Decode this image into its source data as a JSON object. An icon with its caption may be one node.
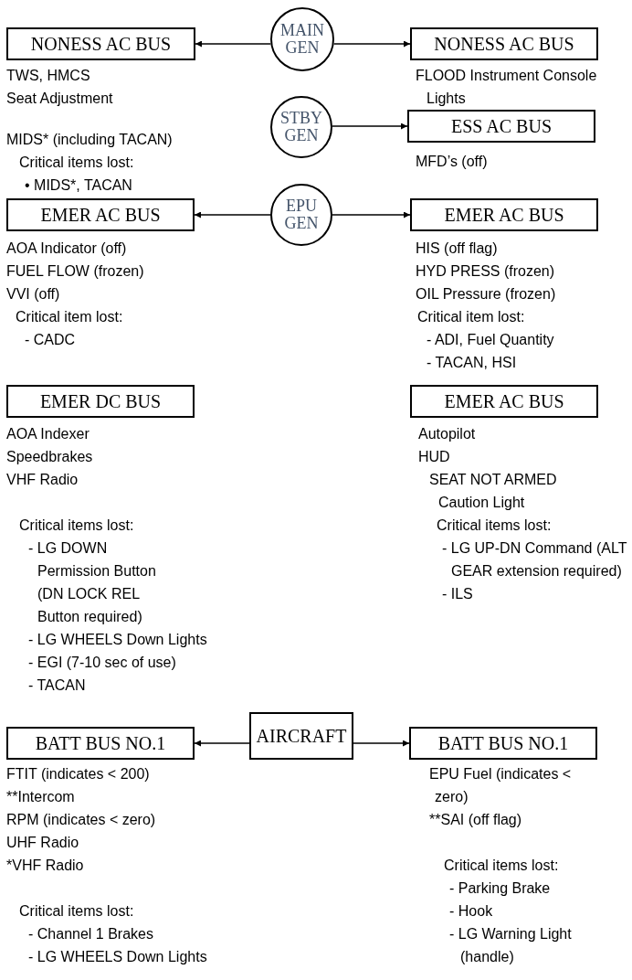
{
  "diagram": {
    "nodes": [
      {
        "text": [
          "NONESS AC BUS"
        ],
        "beside": [
          "TWS, HMCS",
          "Seat Adjustment",
          "MIDS* (including TACAN)",
          "Critical items lost:",
          "• MIDS*, TACAN"
        ]
      },
      {
        "text": [
          "MAIN GEN"
        ]
      },
      {
        "text": [
          "NONESS AC BUS"
        ],
        "beside": [
          "FLOOD Instrument Console Lights"
        ]
      },
      {
        "text": [
          "STBY GEN"
        ]
      },
      {
        "text": [
          "ESS AC BUS"
        ],
        "beside": [
          "MFD’s (off)"
        ]
      },
      {
        "text": [
          "EMER AC BUS"
        ],
        "beside": [
          "AOA Indicator (off)",
          "FUEL FLOW (frozen)",
          "VVI (off)",
          "Critical item lost:",
          "-  CADC"
        ]
      },
      {
        "text": [
          "EPU GEN"
        ]
      },
      {
        "text": [
          "EMER AC BUS"
        ],
        "beside": [
          "HIS (off flag)",
          "HYD PRESS (frozen)",
          "OIL Pressure (frozen)",
          "Critical item lost:",
          "-  ADI, Fuel Quantity",
          "-  TACAN, HSI"
        ]
      },
      {
        "text": [
          "EMER DC BUS"
        ],
        "beside": [
          "AOA Indexer",
          "Speedbrakes",
          "VHF Radio",
          "Critical items lost:",
          "- LG DOWN Permission Button (DN LOCK REL Button required)",
          "- LG WHEELS Down Lights",
          "- EGI (7-10 sec of use)",
          "- TACAN"
        ]
      },
      {
        "text": [
          "EMER AC BUS"
        ],
        "beside": [
          "Autopilot",
          "HUD",
          "SEAT NOT ARMED Caution Light",
          "Critical items lost:",
          "- LG UP-DN Command (ALT GEAR extension required)",
          "- ILS"
        ]
      },
      {
        "text": [
          "BATT BUS NO.1"
        ],
        "beside": [
          "FTIT (indicates < 200)",
          "**Intercom",
          "RPM (indicates < zero)",
          "UHF Radio",
          "*VHF Radio",
          "Critical items lost:",
          "- Channel 1 Brakes",
          "- LG WHEELS Down Lights"
        ]
      },
      {
        "text": [
          "AIRCRAFT"
        ]
      },
      {
        "text": [
          "BATT BUS NO.1"
        ],
        "beside": [
          "EPU Fuel (indicates < zero)",
          "**SAI (off flag)",
          "Critical items lost:",
          "- Parking Brake",
          "- Hook",
          "- LG Warning Light (handle)"
        ]
      }
    ],
    "edges": [
      {
        "from": 1,
        "to": 0,
        "arrow": "to"
      },
      {
        "from": 1,
        "to": 2,
        "arrow": "to"
      },
      {
        "from": 3,
        "to": 4,
        "arrow": "to"
      },
      {
        "from": 6,
        "to": 5,
        "arrow": "to"
      },
      {
        "from": 6,
        "to": 7,
        "arrow": "to"
      },
      {
        "from": 11,
        "to": 10,
        "arrow": "to"
      },
      {
        "from": 11,
        "to": 12,
        "arrow": "to"
      }
    ]
  }
}
